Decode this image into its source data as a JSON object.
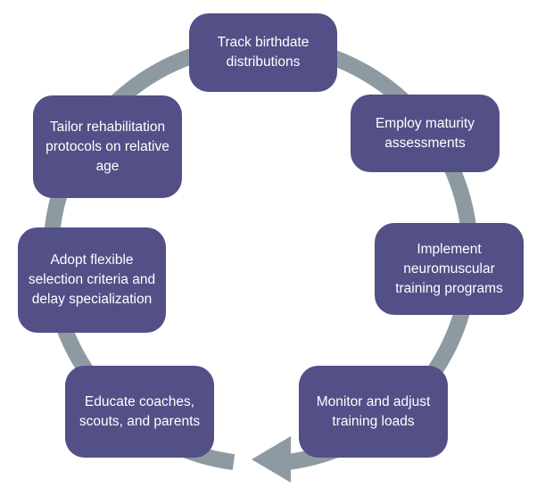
{
  "colors": {
    "box": "#534f87",
    "ring": "#8e9aa1",
    "text": "#ffffff"
  },
  "steps": [
    {
      "label": "Track birthdate distributions"
    },
    {
      "label": "Employ maturity assessments"
    },
    {
      "label": "Implement neuromuscular training programs"
    },
    {
      "label": "Monitor and adjust training loads"
    },
    {
      "label": "Educate coaches, scouts, and parents"
    },
    {
      "label": "Adopt flexible selection criteria and delay specialization"
    },
    {
      "label": "Tailor rehabilitation protocols on relative age"
    }
  ]
}
